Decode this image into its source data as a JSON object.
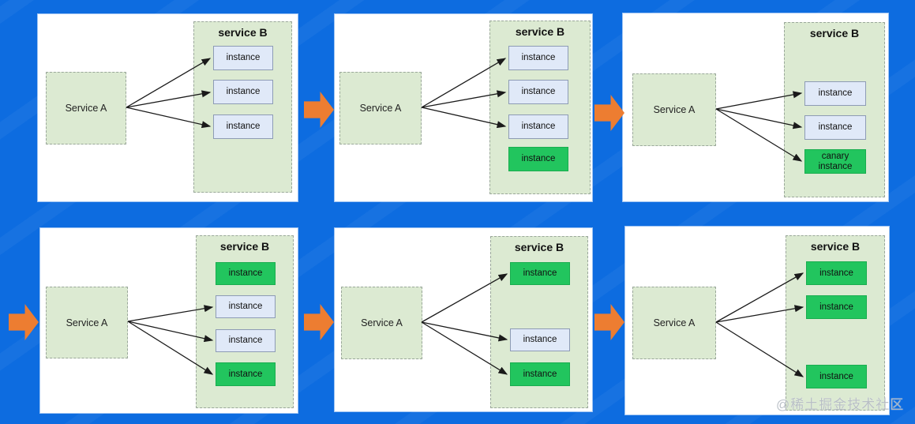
{
  "watermark": "@稀土掘金技术社区",
  "colors": {
    "background": "#0d6ce0",
    "panel_background": "#ffffff",
    "service_box_fill": "#dcead2",
    "service_box_border": "#9aa79a",
    "instance_old_fill": "#e0e9f8",
    "instance_old_border": "#8d9bb5",
    "instance_new_fill": "#22c55e",
    "flow_arrow": "#ed7d31",
    "link_line": "#1a1a1a"
  },
  "panels": [
    {
      "step": "step-1",
      "service_a_label": "Service A",
      "service_b_label": "service B",
      "instances": [
        {
          "label": "instance",
          "type": "old",
          "connected": true
        },
        {
          "label": "instance",
          "type": "old",
          "connected": true
        },
        {
          "label": "instance",
          "type": "old",
          "connected": true
        }
      ]
    },
    {
      "step": "step-2",
      "service_a_label": "Service A",
      "service_b_label": "service B",
      "instances": [
        {
          "label": "instance",
          "type": "old",
          "connected": true
        },
        {
          "label": "instance",
          "type": "old",
          "connected": true
        },
        {
          "label": "instance",
          "type": "old",
          "connected": true
        },
        {
          "label": "instance",
          "type": "new",
          "connected": false
        }
      ]
    },
    {
      "step": "step-3",
      "service_a_label": "Service A",
      "service_b_label": "service B",
      "instances": [
        {
          "label": "instance",
          "type": "old",
          "connected": true
        },
        {
          "label": "instance",
          "type": "old",
          "connected": true
        },
        {
          "label": "canary instance",
          "type": "new",
          "connected": true
        }
      ]
    },
    {
      "step": "step-4",
      "service_a_label": "Service A",
      "service_b_label": "service B",
      "instances": [
        {
          "label": "instance",
          "type": "new",
          "connected": false
        },
        {
          "label": "instance",
          "type": "old",
          "connected": true
        },
        {
          "label": "instance",
          "type": "old",
          "connected": true
        },
        {
          "label": "instance",
          "type": "new",
          "connected": true
        }
      ]
    },
    {
      "step": "step-5",
      "service_a_label": "Service A",
      "service_b_label": "service B",
      "instances": [
        {
          "label": "instance",
          "type": "new",
          "connected": true
        },
        {
          "label": "instance",
          "type": "old",
          "connected": true
        },
        {
          "label": "instance",
          "type": "new",
          "connected": true
        }
      ]
    },
    {
      "step": "step-6",
      "service_a_label": "Service A",
      "service_b_label": "service B",
      "instances": [
        {
          "label": "instance",
          "type": "new",
          "connected": true
        },
        {
          "label": "instance",
          "type": "new",
          "connected": true
        },
        {
          "label": "instance",
          "type": "new",
          "connected": true
        }
      ]
    }
  ]
}
